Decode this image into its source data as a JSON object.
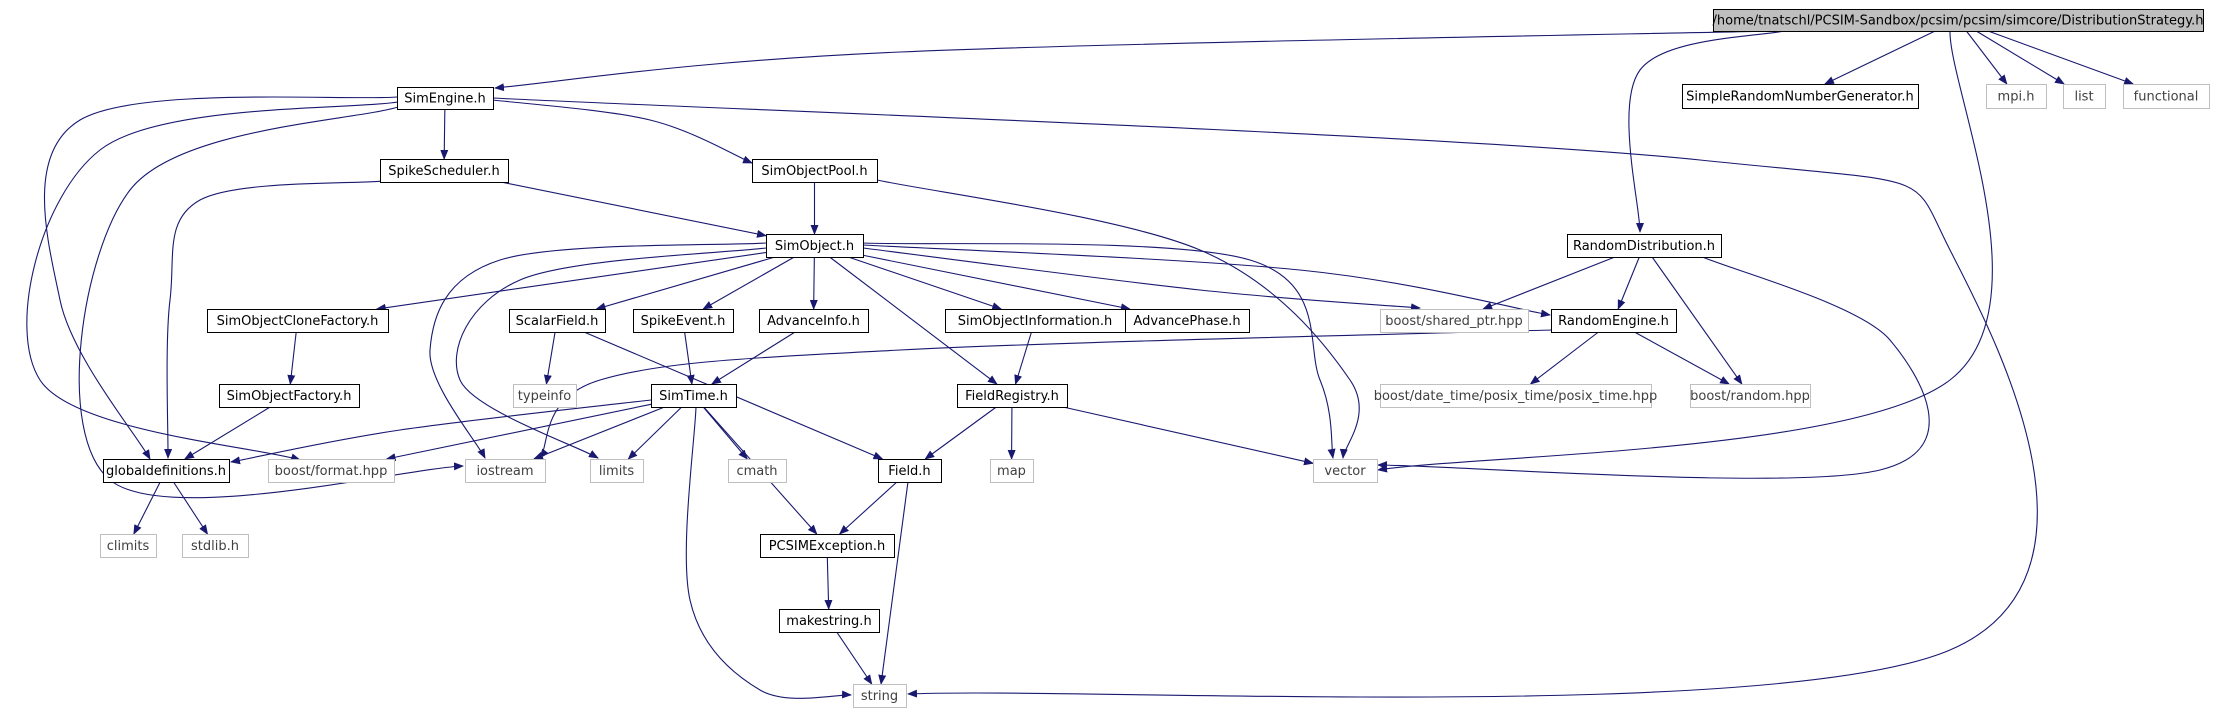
{
  "colors": {
    "edge": "#191970",
    "node_border": "#000000",
    "system_border": "#bfbfbf",
    "root_fill": "#bfbfbf",
    "node_fill": "#ffffff",
    "system_text": "#404040"
  },
  "nodes": [
    {
      "id": "root",
      "label": "/home/tnatschl/PCSIM-Sandbox/pcsim/pcsim/simcore/DistributionStrategy.h",
      "kind": "root"
    },
    {
      "id": "simengine",
      "label": "SimEngine.h",
      "kind": "local"
    },
    {
      "id": "simplerng",
      "label": "SimpleRandomNumberGenerator.h",
      "kind": "local"
    },
    {
      "id": "mpi",
      "label": "mpi.h",
      "kind": "system"
    },
    {
      "id": "list",
      "label": "list",
      "kind": "system"
    },
    {
      "id": "functional",
      "label": "functional",
      "kind": "system"
    },
    {
      "id": "spikescheduler",
      "label": "SpikeScheduler.h",
      "kind": "local"
    },
    {
      "id": "simobjectpool",
      "label": "SimObjectPool.h",
      "kind": "local"
    },
    {
      "id": "simobject",
      "label": "SimObject.h",
      "kind": "local"
    },
    {
      "id": "randomdistribution",
      "label": "RandomDistribution.h",
      "kind": "local"
    },
    {
      "id": "simobjectclonefactory",
      "label": "SimObjectCloneFactory.h",
      "kind": "local"
    },
    {
      "id": "scalarfield",
      "label": "ScalarField.h",
      "kind": "local"
    },
    {
      "id": "spikeevent",
      "label": "SpikeEvent.h",
      "kind": "local"
    },
    {
      "id": "advanceinfo",
      "label": "AdvanceInfo.h",
      "kind": "local"
    },
    {
      "id": "simobjectinformation",
      "label": "SimObjectInformation.h",
      "kind": "local"
    },
    {
      "id": "advancephase",
      "label": "AdvancePhase.h",
      "kind": "local"
    },
    {
      "id": "sharedptr",
      "label": "boost/shared_ptr.hpp",
      "kind": "system"
    },
    {
      "id": "randomengine",
      "label": "RandomEngine.h",
      "kind": "local"
    },
    {
      "id": "simobjectfactory",
      "label": "SimObjectFactory.h",
      "kind": "local"
    },
    {
      "id": "typeinfo",
      "label": "typeinfo",
      "kind": "system"
    },
    {
      "id": "simtime",
      "label": "SimTime.h",
      "kind": "local"
    },
    {
      "id": "fieldregistry",
      "label": "FieldRegistry.h",
      "kind": "local"
    },
    {
      "id": "posixtime",
      "label": "boost/date_time/posix_time/posix_time.hpp",
      "kind": "system"
    },
    {
      "id": "boostrandom",
      "label": "boost/random.hpp",
      "kind": "system"
    },
    {
      "id": "globaldefinitions",
      "label": "globaldefinitions.h",
      "kind": "local"
    },
    {
      "id": "boostformat",
      "label": "boost/format.hpp",
      "kind": "system"
    },
    {
      "id": "iostream",
      "label": "iostream",
      "kind": "system"
    },
    {
      "id": "limits",
      "label": "limits",
      "kind": "system"
    },
    {
      "id": "cmath",
      "label": "cmath",
      "kind": "system"
    },
    {
      "id": "field",
      "label": "Field.h",
      "kind": "local"
    },
    {
      "id": "map",
      "label": "map",
      "kind": "system"
    },
    {
      "id": "vector",
      "label": "vector",
      "kind": "system"
    },
    {
      "id": "climits",
      "label": "climits",
      "kind": "system"
    },
    {
      "id": "stdlib",
      "label": "stdlib.h",
      "kind": "system"
    },
    {
      "id": "pcsimexception",
      "label": "PCSIMException.h",
      "kind": "local"
    },
    {
      "id": "makestring",
      "label": "makestring.h",
      "kind": "local"
    },
    {
      "id": "string",
      "label": "string",
      "kind": "system"
    }
  ],
  "edges": [
    [
      "root",
      "simengine"
    ],
    [
      "root",
      "simplerng"
    ],
    [
      "root",
      "mpi"
    ],
    [
      "root",
      "list"
    ],
    [
      "root",
      "functional"
    ],
    [
      "root",
      "randomdistribution"
    ],
    [
      "root",
      "vector"
    ],
    [
      "simengine",
      "spikescheduler"
    ],
    [
      "simengine",
      "simobjectpool"
    ],
    [
      "simengine",
      "globaldefinitions"
    ],
    [
      "simengine",
      "boostformat"
    ],
    [
      "simengine",
      "iostream"
    ],
    [
      "simengine",
      "string"
    ],
    [
      "spikescheduler",
      "simobject"
    ],
    [
      "spikescheduler",
      "globaldefinitions"
    ],
    [
      "simobjectpool",
      "simobject"
    ],
    [
      "simobjectpool",
      "vector"
    ],
    [
      "simobject",
      "simobjectclonefactory"
    ],
    [
      "simobject",
      "scalarfield"
    ],
    [
      "simobject",
      "spikeevent"
    ],
    [
      "simobject",
      "advanceinfo"
    ],
    [
      "simobject",
      "simobjectinformation"
    ],
    [
      "simobject",
      "advancephase"
    ],
    [
      "simobject",
      "sharedptr"
    ],
    [
      "simobject",
      "randomengine"
    ],
    [
      "simobject",
      "fieldregistry"
    ],
    [
      "simobject",
      "iostream"
    ],
    [
      "simobject",
      "limits"
    ],
    [
      "simobject",
      "vector"
    ],
    [
      "randomdistribution",
      "sharedptr"
    ],
    [
      "randomdistribution",
      "randomengine"
    ],
    [
      "randomdistribution",
      "boostrandom"
    ],
    [
      "randomdistribution",
      "vector"
    ],
    [
      "simobjectclonefactory",
      "simobjectfactory"
    ],
    [
      "simobjectfactory",
      "globaldefinitions"
    ],
    [
      "scalarfield",
      "typeinfo"
    ],
    [
      "scalarfield",
      "field"
    ],
    [
      "spikeevent",
      "simtime"
    ],
    [
      "advanceinfo",
      "simtime"
    ],
    [
      "simobjectinformation",
      "fieldregistry"
    ],
    [
      "randomengine",
      "posixtime"
    ],
    [
      "randomengine",
      "boostrandom"
    ],
    [
      "randomengine",
      "iostream"
    ],
    [
      "simtime",
      "globaldefinitions"
    ],
    [
      "simtime",
      "boostformat"
    ],
    [
      "simtime",
      "iostream"
    ],
    [
      "simtime",
      "limits"
    ],
    [
      "simtime",
      "cmath"
    ],
    [
      "simtime",
      "pcsimexception"
    ],
    [
      "simtime",
      "string"
    ],
    [
      "fieldregistry",
      "field"
    ],
    [
      "fieldregistry",
      "map"
    ],
    [
      "fieldregistry",
      "vector"
    ],
    [
      "globaldefinitions",
      "climits"
    ],
    [
      "globaldefinitions",
      "stdlib"
    ],
    [
      "field",
      "pcsimexception"
    ],
    [
      "field",
      "string"
    ],
    [
      "pcsimexception",
      "makestring"
    ],
    [
      "makestring",
      "string"
    ]
  ]
}
